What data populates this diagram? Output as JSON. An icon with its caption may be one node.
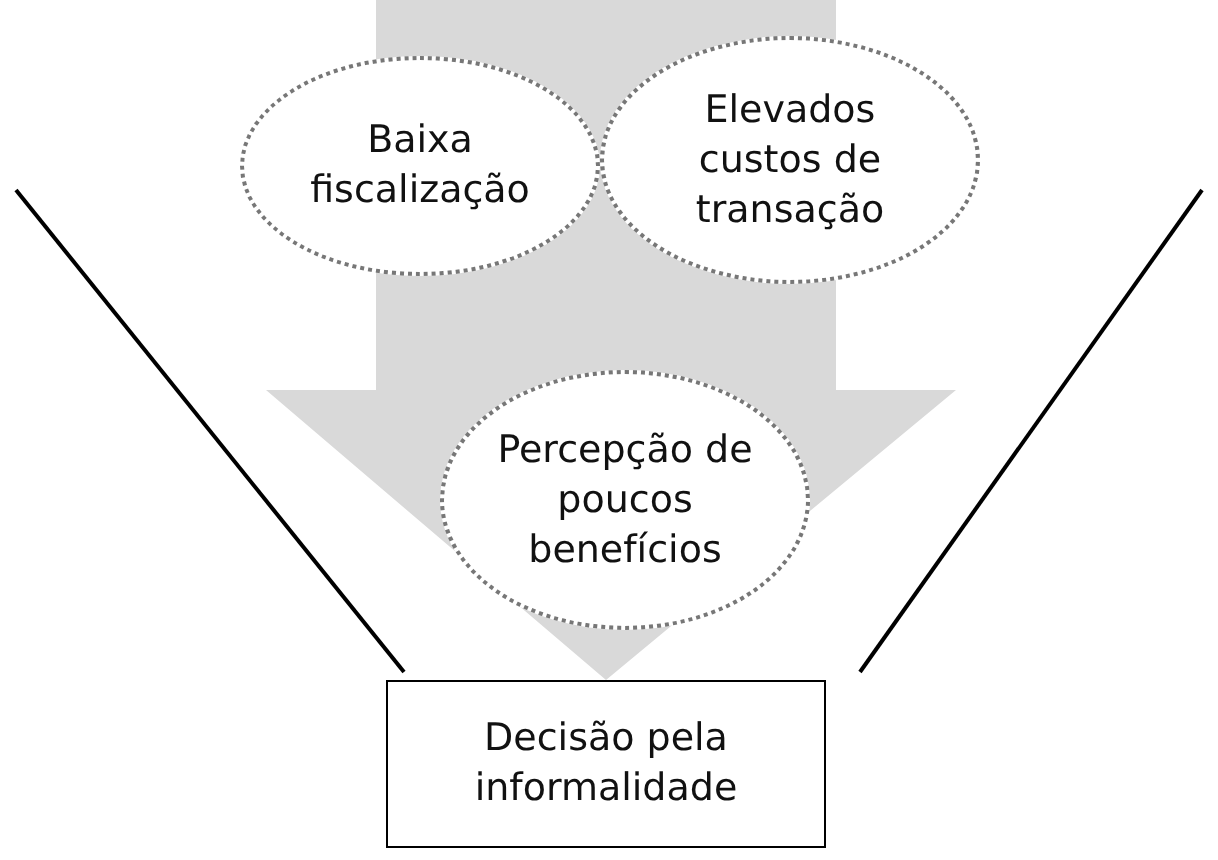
{
  "diagram": {
    "nodes": [
      {
        "text": [
          "Baixa fiscalização"
        ]
      },
      {
        "text": [
          "Elevados custos de transação"
        ]
      },
      {
        "text": [
          "Percepção de poucos benefícios"
        ]
      },
      {
        "text": [
          "Decisão pela informalidade"
        ]
      }
    ],
    "edges": [
      {
        "from": null,
        "to": 3,
        "arrow": "to"
      }
    ]
  }
}
